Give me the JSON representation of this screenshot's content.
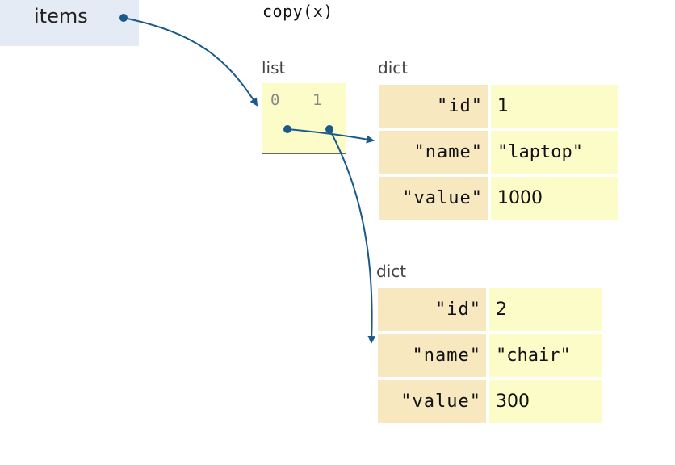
{
  "header": {
    "code": "copy(x)"
  },
  "frame": {
    "variable_name": "items"
  },
  "list": {
    "type_label": "list",
    "indices": [
      "0",
      "1"
    ]
  },
  "dicts": [
    {
      "type_label": "dict",
      "rows": [
        {
          "key": "\"id\"",
          "value": "1"
        },
        {
          "key": "\"name\"",
          "value": "\"laptop\""
        },
        {
          "key": "\"value\"",
          "value": "1000"
        }
      ]
    },
    {
      "type_label": "dict",
      "rows": [
        {
          "key": "\"id\"",
          "value": "2"
        },
        {
          "key": "\"name\"",
          "value": "\"chair\""
        },
        {
          "key": "\"value\"",
          "value": "300"
        }
      ]
    }
  ],
  "colors": {
    "arrow": "#1a5a8a",
    "frame_bg": "#e4ebf5",
    "value_bg": "#fcfcc8",
    "key_bg": "#f8e8c0"
  }
}
